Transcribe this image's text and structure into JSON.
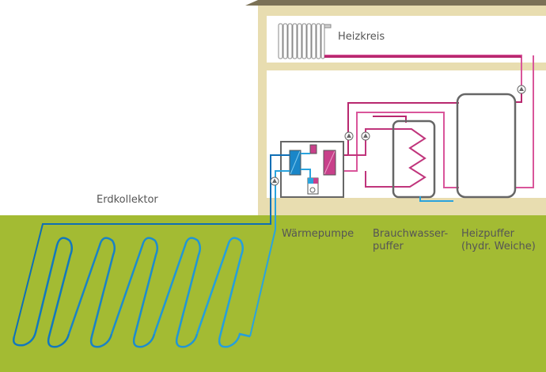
{
  "diagram": {
    "title": "Wärmepumpen-Anlage mit Erdkollektor",
    "labels": {
      "heizkreis": "Heizkreis",
      "erdkollektor": "Erdkollektor",
      "waermepumpe": "Wärmepumpe",
      "brauchwasser_line1": "Brauchwasser-",
      "brauchwasser_line2": "puffer",
      "heizpuffer_line1": "Heizpuffer",
      "heizpuffer_line2": "(hydr. Weiche)"
    },
    "components": [
      {
        "id": "radiator",
        "name": "Heizkreis (Heizkörper)"
      },
      {
        "id": "ground-collector",
        "name": "Erdkollektor",
        "loops": 5
      },
      {
        "id": "heat-pump",
        "name": "Wärmepumpe"
      },
      {
        "id": "dhw-tank",
        "name": "Brauchwasserpuffer"
      },
      {
        "id": "buffer-tank",
        "name": "Heizpuffer (hydr. Weiche)"
      }
    ],
    "circulation_pumps": 4,
    "colors": {
      "ground": "#a3bb33",
      "wall": "#e8ddb0",
      "roof": "#7b7156",
      "cold_pipe_dark": "#0f6fb5",
      "cold_pipe_light": "#2aa3dd",
      "hot_pipe_dark": "#b8286f",
      "hot_pipe_light": "#d9559a",
      "tank_outline": "#666666"
    }
  }
}
